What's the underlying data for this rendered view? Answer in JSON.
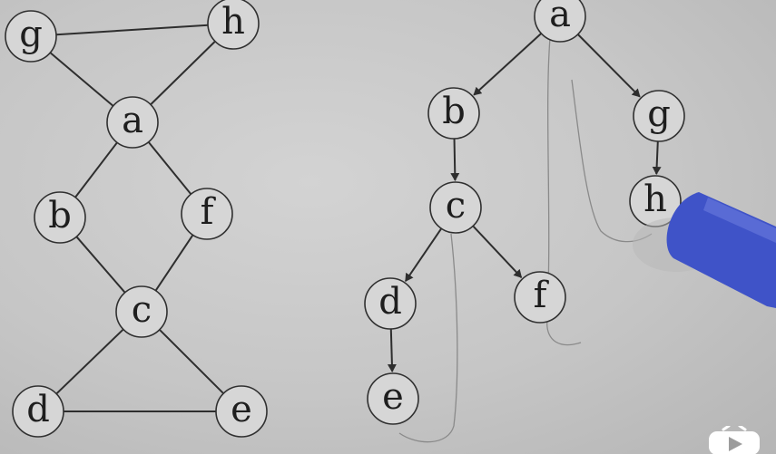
{
  "undirected_graph": {
    "nodes": [
      "g",
      "h",
      "a",
      "b",
      "f",
      "c",
      "d",
      "e"
    ],
    "edges": [
      [
        "g",
        "h"
      ],
      [
        "g",
        "a"
      ],
      [
        "h",
        "a"
      ],
      [
        "a",
        "b"
      ],
      [
        "a",
        "f"
      ],
      [
        "b",
        "c"
      ],
      [
        "f",
        "c"
      ],
      [
        "c",
        "d"
      ],
      [
        "c",
        "e"
      ],
      [
        "d",
        "e"
      ]
    ]
  },
  "dfs_tree": {
    "nodes": [
      "a",
      "b",
      "g",
      "c",
      "h",
      "d",
      "f",
      "e"
    ],
    "arrows": [
      [
        "a",
        "b"
      ],
      [
        "a",
        "g"
      ],
      [
        "b",
        "c"
      ],
      [
        "g",
        "h"
      ],
      [
        "c",
        "d"
      ],
      [
        "c",
        "f"
      ],
      [
        "d",
        "e"
      ]
    ]
  },
  "colors": {
    "marker": "#3f53c8",
    "background": "#c9c9c9",
    "ink": "#2e2e2e"
  },
  "player": {
    "icon": "play-icon"
  }
}
